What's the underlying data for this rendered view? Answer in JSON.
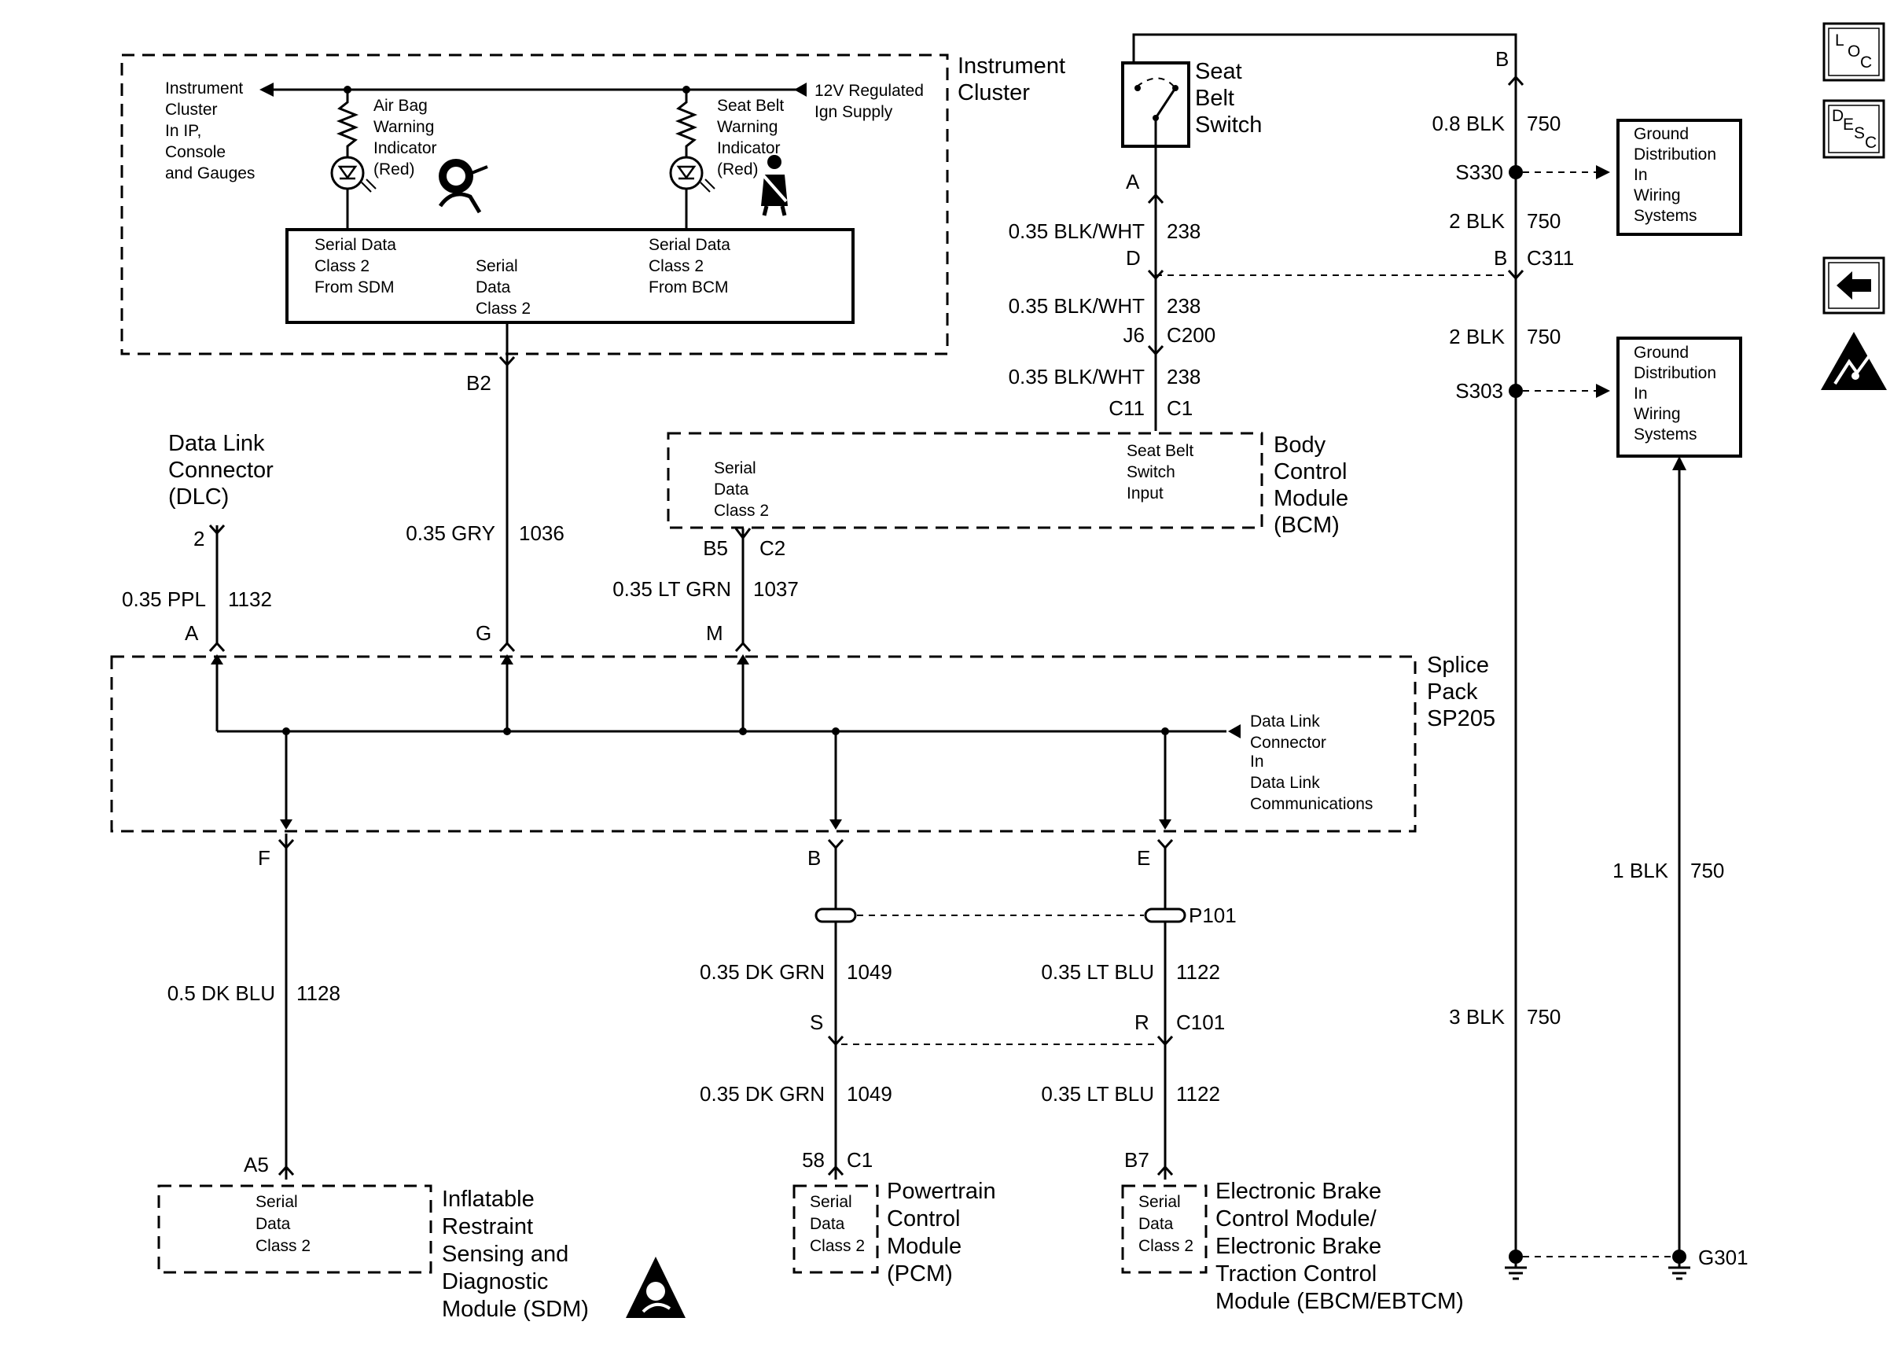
{
  "instrument_cluster": {
    "title": [
      "Instrument",
      "Cluster"
    ],
    "left_note": [
      "Instrument",
      "Cluster",
      "In IP,",
      "Console",
      "and Gauges"
    ],
    "supply": [
      "12V Regulated",
      "Ign Supply"
    ],
    "airbag_indicator": [
      "Air Bag",
      "Warning",
      "Indicator",
      "(Red)"
    ],
    "seatbelt_indicator": [
      "Seat Belt",
      "Warning",
      "Indicator",
      "(Red)"
    ],
    "module_sdm": [
      "Serial Data",
      "Class 2",
      "From SDM"
    ],
    "module_serial": [
      "Serial",
      "Data",
      "Class 2"
    ],
    "module_bcm": [
      "Serial Data",
      "Class 2",
      "From BCM"
    ]
  },
  "dlc": {
    "title": [
      "Data Link",
      "Connector",
      "(DLC)"
    ],
    "pin": "2",
    "wire": {
      "gauge": "0.35 PPL",
      "circuit": "1132"
    }
  },
  "cluster_output": {
    "pin": "B2",
    "wire": {
      "gauge": "0.35 GRY",
      "circuit": "1036"
    }
  },
  "seat_belt_switch": {
    "title": [
      "Seat",
      "Belt",
      "Switch"
    ],
    "pin_a": "A",
    "pin_b": "B",
    "wire_238_a": {
      "gauge": "0.35 BLK/WHT",
      "circuit": "238"
    },
    "pin_d": "D",
    "wire_238_b": {
      "gauge": "0.35 BLK/WHT",
      "circuit": "238"
    },
    "pin_j6": "J6",
    "conn_c200": "C200",
    "wire_238_c": {
      "gauge": "0.35 BLK/WHT",
      "circuit": "238"
    },
    "pin_c11": "C11",
    "conn_c1": "C1"
  },
  "ground_path": {
    "wire_08": {
      "gauge": "0.8 BLK",
      "circuit": "750"
    },
    "splice_s330": "S330",
    "wire_2a": {
      "gauge": "2 BLK",
      "circuit": "750"
    },
    "pin_b_c311": "B",
    "conn_c311": "C311",
    "wire_2b": {
      "gauge": "2 BLK",
      "circuit": "750"
    },
    "splice_s303": "S303",
    "wire_3": {
      "gauge": "3 BLK",
      "circuit": "750"
    },
    "wire_1": {
      "gauge": "1 BLK",
      "circuit": "750"
    },
    "ground": "G301",
    "gd_box_1": [
      "Ground",
      "Distribution",
      "In",
      "Wiring",
      "Systems"
    ],
    "gd_box_2": [
      "Ground",
      "Distribution",
      "In",
      "Wiring",
      "Systems"
    ]
  },
  "bcm": {
    "title": [
      "Body",
      "Control",
      "Module",
      "(BCM)"
    ],
    "serial": [
      "Serial",
      "Data",
      "Class 2"
    ],
    "seatbelt_input": [
      "Seat Belt",
      "Switch",
      "Input"
    ],
    "pin_b5": "B5",
    "conn_c2": "C2",
    "wire": {
      "gauge": "0.35 LT GRN",
      "circuit": "1037"
    }
  },
  "splice_pack": {
    "title": [
      "Splice",
      "Pack",
      "SP205"
    ],
    "note": [
      "Data Link",
      "Connector",
      "In",
      "Data Link",
      "Communications"
    ],
    "pin_a": "A",
    "pin_g": "G",
    "pin_m": "M",
    "pin_f": "F",
    "pin_b": "B",
    "pin_e": "E"
  },
  "sdm_branch": {
    "wire": {
      "gauge": "0.5 DK BLU",
      "circuit": "1128"
    },
    "pin": "A5",
    "box": [
      "Serial",
      "Data",
      "Class 2"
    ],
    "title": [
      "Inflatable",
      "Restraint",
      "Sensing and",
      "Diagnostic",
      "Module (SDM)"
    ]
  },
  "pcm_branch": {
    "wire_a": {
      "gauge": "0.35 DK GRN",
      "circuit": "1049"
    },
    "pin_s": "S",
    "wire_b": {
      "gauge": "0.35 DK GRN",
      "circuit": "1049"
    },
    "pin": "58",
    "conn": "C1",
    "box": [
      "Serial",
      "Data",
      "Class 2"
    ],
    "title": [
      "Powertrain",
      "Control",
      "Module",
      "(PCM)"
    ]
  },
  "ebcm_branch": {
    "conn_p101": "P101",
    "wire_a": {
      "gauge": "0.35 LT BLU",
      "circuit": "1122"
    },
    "pin_r": "R",
    "conn_c101": "C101",
    "wire_b": {
      "gauge": "0.35 LT BLU",
      "circuit": "1122"
    },
    "pin": "B7",
    "box": [
      "Serial",
      "Data",
      "Class 2"
    ],
    "title": [
      "Electronic Brake",
      "Control Module/",
      "Electronic Brake",
      "Traction Control",
      "Module (EBCM/EBTCM)"
    ]
  },
  "nav": {
    "loc": {
      "l": "L",
      "o": "O",
      "c": "C"
    },
    "desc": {
      "d": "D",
      "e": "E",
      "s": "S",
      "c": "C"
    }
  }
}
